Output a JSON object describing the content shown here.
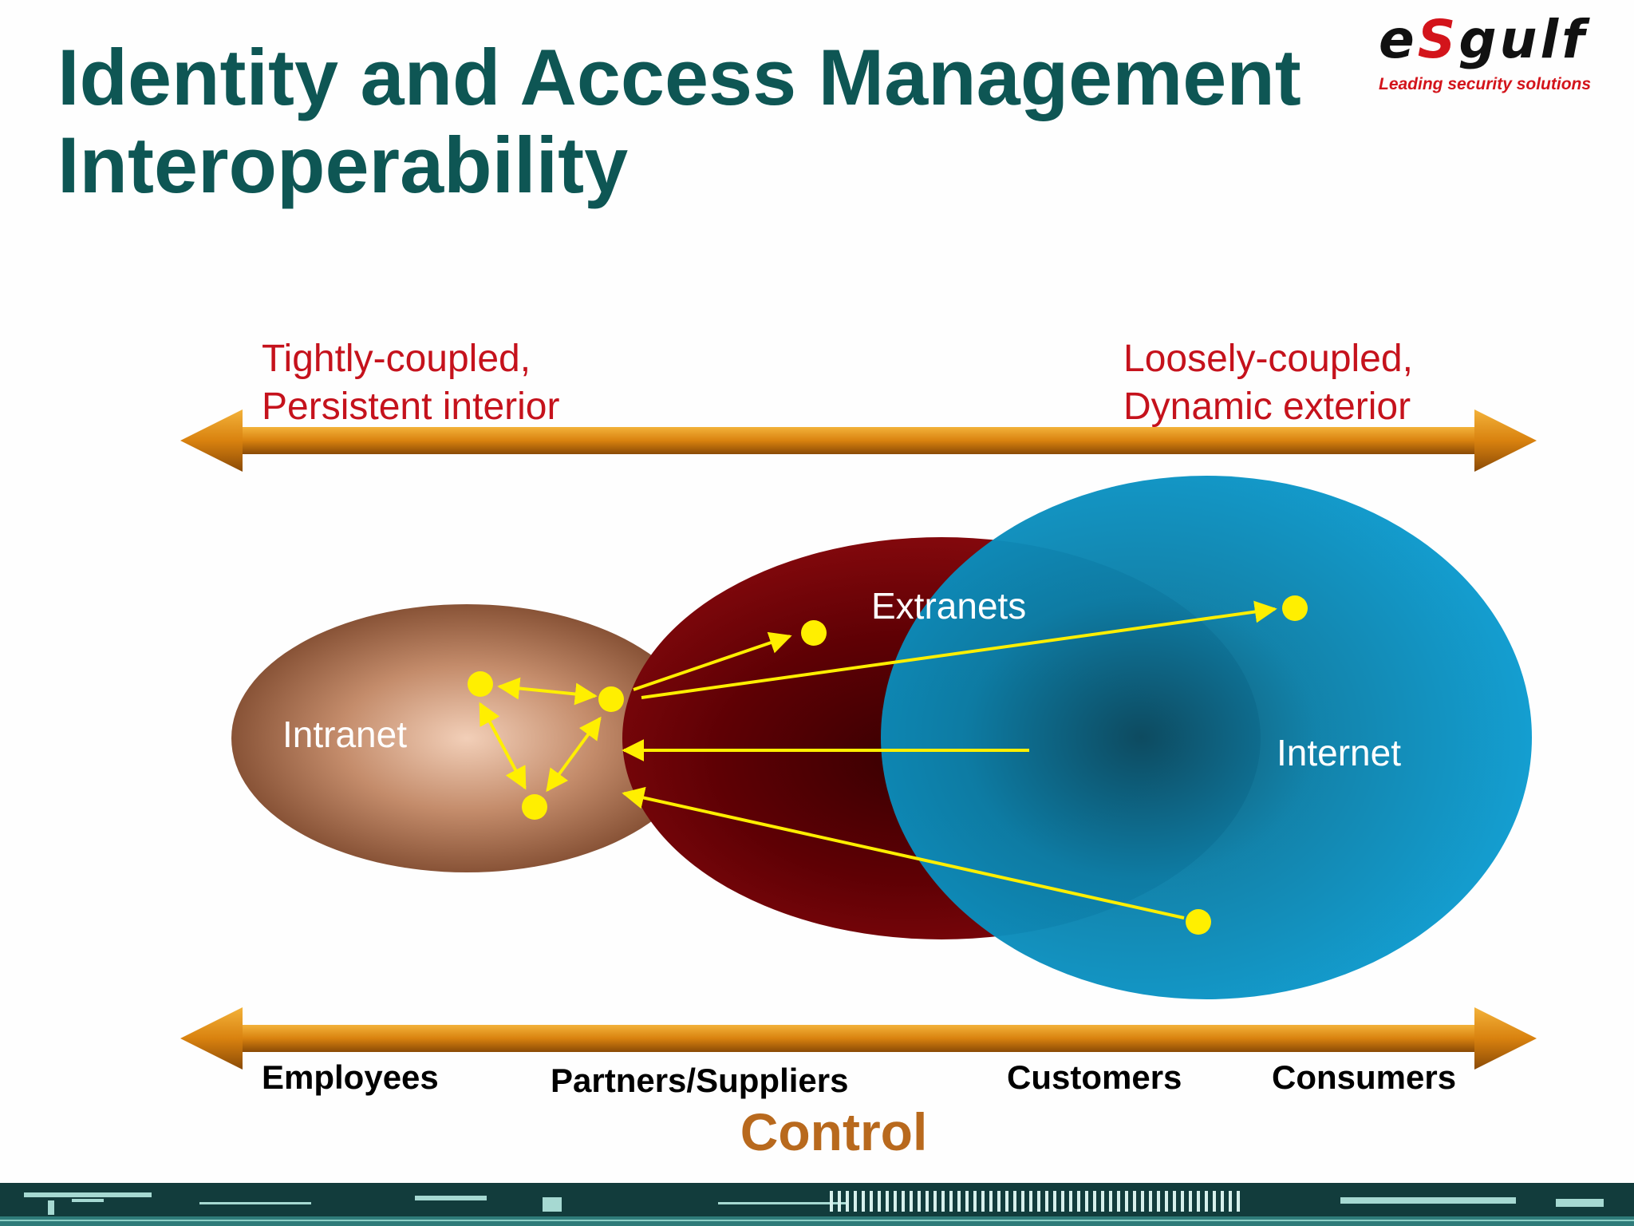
{
  "slide": {
    "title_line1": "Identity and Access Management",
    "title_line2": "Interoperability"
  },
  "logo": {
    "word_a": "e",
    "word_s": "S",
    "word_b": "gulf",
    "tagline": "Leading security solutions"
  },
  "spectrum": {
    "left_line1": "Tightly-coupled,",
    "left_line2": "Persistent interior",
    "right_line1": "Loosely-coupled,",
    "right_line2": "Dynamic exterior"
  },
  "zones": {
    "intranet": "Intranet",
    "extranets": "Extranets",
    "internet": "Internet"
  },
  "audience": {
    "employees": "Employees",
    "partners": "Partners/Suppliers",
    "customers": "Customers",
    "consumers": "Consumers"
  },
  "axis_title": "Control",
  "colors": {
    "title": "#0e5654",
    "red_text": "#c5121c",
    "control": "#b8691d",
    "arrow_orange": "#d9820f",
    "intranet": "#8a4e30",
    "extranet": "#7a0508",
    "internet": "#0b8fbd",
    "node_yellow": "#ffef00"
  }
}
